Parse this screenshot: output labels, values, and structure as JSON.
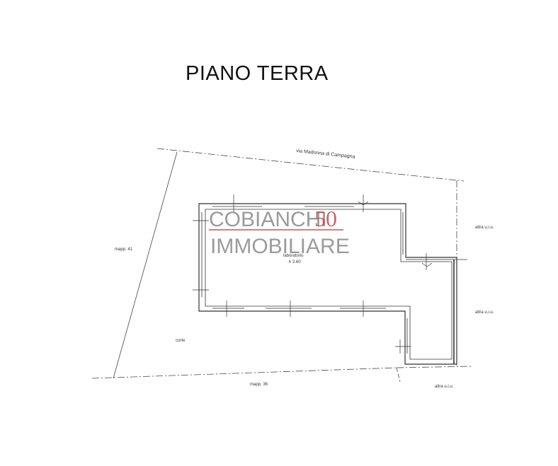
{
  "title": "PIANO TERRA",
  "labels": {
    "street": "via Madonna di Campagna",
    "mapp_west": "mapp. 41",
    "mapp_south": "mapp. 36",
    "altra_ne": "altra u.i.u.",
    "altra_e": "altra u.i.u.",
    "altra_se": "altra u.i.u.",
    "room_name": "laboratorio",
    "room_height": "h 3.60",
    "corte": "corte"
  },
  "watermark": {
    "brand": "COBIANCHI",
    "number": "50",
    "sub": "IMMOBILIARE",
    "color_brand": "#8a8a8a",
    "color_number": "#c44a4a"
  }
}
